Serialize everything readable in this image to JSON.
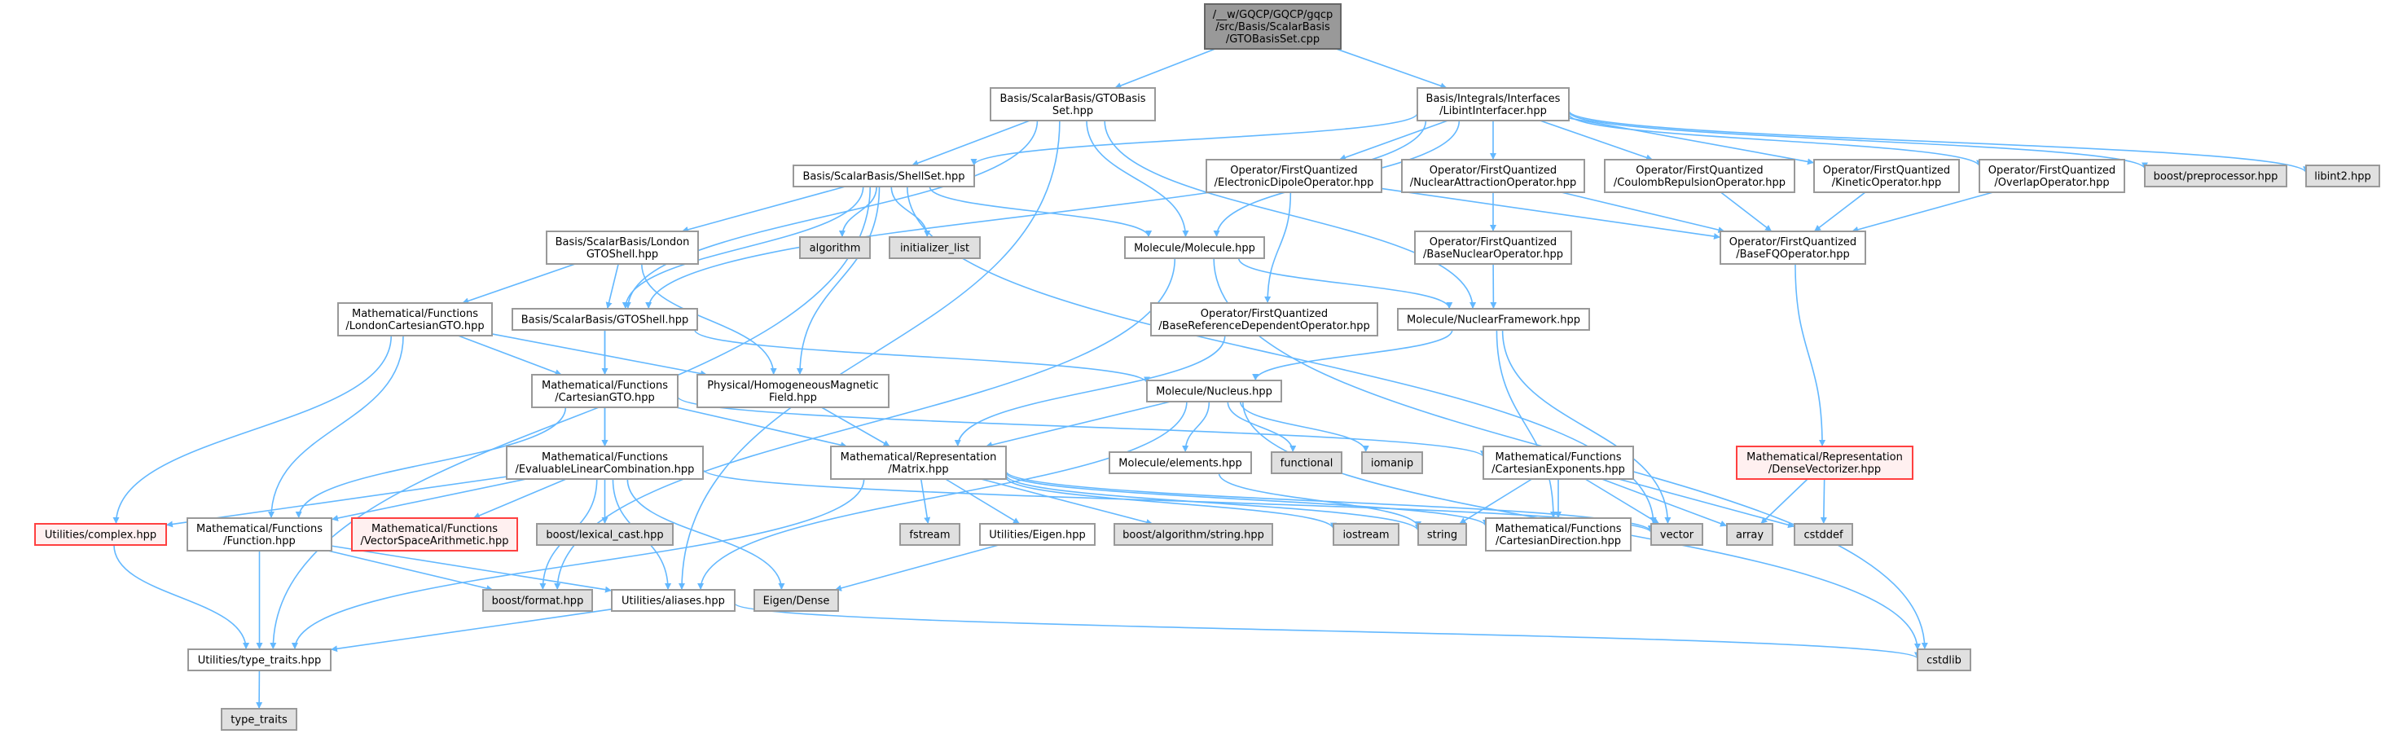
{
  "graph": {
    "edge_color": "#63b8ff",
    "nodes": {
      "root": {
        "lines": [
          "/__w/GQCP/GQCP/gqcp",
          "/src/Basis/ScalarBasis",
          "/GTOBasisSet.cpp"
        ],
        "kind": "root"
      },
      "gtobasisset": {
        "lines": [
          "Basis/ScalarBasis/GTOBasis",
          "Set.hpp"
        ],
        "kind": "normal"
      },
      "libint": {
        "lines": [
          "Basis/Integrals/Interfaces",
          "/LibintInterfacer.hpp"
        ],
        "kind": "normal"
      },
      "shellset": {
        "lines": [
          "Basis/ScalarBasis/ShellSet.hpp"
        ],
        "kind": "normal"
      },
      "edo": {
        "lines": [
          "Operator/FirstQuantized",
          "/ElectronicDipoleOperator.hpp"
        ],
        "kind": "normal"
      },
      "nao": {
        "lines": [
          "Operator/FirstQuantized",
          "/NuclearAttractionOperator.hpp"
        ],
        "kind": "normal"
      },
      "cro": {
        "lines": [
          "Operator/FirstQuantized",
          "/CoulombRepulsionOperator.hpp"
        ],
        "kind": "normal"
      },
      "kin": {
        "lines": [
          "Operator/FirstQuantized",
          "/KineticOperator.hpp"
        ],
        "kind": "normal"
      },
      "ovl": {
        "lines": [
          "Operator/FirstQuantized",
          "/OverlapOperator.hpp"
        ],
        "kind": "normal"
      },
      "boostpp": {
        "lines": [
          "boost/preprocessor.hpp"
        ],
        "kind": "system"
      },
      "libint2": {
        "lines": [
          "libint2.hpp"
        ],
        "kind": "system"
      },
      "algorithm": {
        "lines": [
          "algorithm"
        ],
        "kind": "system"
      },
      "initlist": {
        "lines": [
          "initializer_list"
        ],
        "kind": "system"
      },
      "molecule": {
        "lines": [
          "Molecule/Molecule.hpp"
        ],
        "kind": "normal"
      },
      "londongtoshell": {
        "lines": [
          "Basis/ScalarBasis/London",
          "GTOShell.hpp"
        ],
        "kind": "normal"
      },
      "basenuclear": {
        "lines": [
          "Operator/FirstQuantized",
          "/BaseNuclearOperator.hpp"
        ],
        "kind": "normal"
      },
      "basefq": {
        "lines": [
          "Operator/FirstQuantized",
          "/BaseFQOperator.hpp"
        ],
        "kind": "normal"
      },
      "londoncartgto": {
        "lines": [
          "Mathematical/Functions",
          "/LondonCartesianGTO.hpp"
        ],
        "kind": "normal"
      },
      "gtoshell": {
        "lines": [
          "Basis/ScalarBasis/GTOShell.hpp"
        ],
        "kind": "normal"
      },
      "baserefdep": {
        "lines": [
          "Operator/FirstQuantized",
          "/BaseReferenceDependentOperator.hpp"
        ],
        "kind": "normal"
      },
      "nuclearframework": {
        "lines": [
          "Molecule/NuclearFramework.hpp"
        ],
        "kind": "normal"
      },
      "cartesiangto": {
        "lines": [
          "Mathematical/Functions",
          "/CartesianGTO.hpp"
        ],
        "kind": "normal"
      },
      "physical": {
        "lines": [
          "Physical/HomogeneousMagnetic",
          "Field.hpp"
        ],
        "kind": "normal"
      },
      "nucleus": {
        "lines": [
          "Molecule/Nucleus.hpp"
        ],
        "kind": "normal"
      },
      "elc": {
        "lines": [
          "Mathematical/Functions",
          "/EvaluableLinearCombination.hpp"
        ],
        "kind": "normal"
      },
      "matrix": {
        "lines": [
          "Mathematical/Representation",
          "/Matrix.hpp"
        ],
        "kind": "normal"
      },
      "elements": {
        "lines": [
          "Molecule/elements.hpp"
        ],
        "kind": "normal"
      },
      "functional": {
        "lines": [
          "functional"
        ],
        "kind": "system"
      },
      "iomanip": {
        "lines": [
          "iomanip"
        ],
        "kind": "system"
      },
      "cartexp": {
        "lines": [
          "Mathematical/Functions",
          "/CartesianExponents.hpp"
        ],
        "kind": "normal"
      },
      "densevec": {
        "lines": [
          "Mathematical/Representation",
          "/DenseVectorizer.hpp"
        ],
        "kind": "missing"
      },
      "complex": {
        "lines": [
          "Utilities/complex.hpp"
        ],
        "kind": "missing"
      },
      "function": {
        "lines": [
          "Mathematical/Functions",
          "/Function.hpp"
        ],
        "kind": "normal"
      },
      "vsa": {
        "lines": [
          "Mathematical/Functions",
          "/VectorSpaceArithmetic.hpp"
        ],
        "kind": "missing"
      },
      "lexical": {
        "lines": [
          "boost/lexical_cast.hpp"
        ],
        "kind": "system"
      },
      "fstream": {
        "lines": [
          "fstream"
        ],
        "kind": "system"
      },
      "eigenhpp": {
        "lines": [
          "Utilities/Eigen.hpp"
        ],
        "kind": "normal"
      },
      "boostalg": {
        "lines": [
          "boost/algorithm/string.hpp"
        ],
        "kind": "system"
      },
      "iostream": {
        "lines": [
          "iostream"
        ],
        "kind": "system"
      },
      "string": {
        "lines": [
          "string"
        ],
        "kind": "system"
      },
      "cartdir": {
        "lines": [
          "Mathematical/Functions",
          "/CartesianDirection.hpp"
        ],
        "kind": "normal"
      },
      "vector": {
        "lines": [
          "vector"
        ],
        "kind": "system"
      },
      "array": {
        "lines": [
          "array"
        ],
        "kind": "system"
      },
      "cstddef": {
        "lines": [
          "cstddef"
        ],
        "kind": "system"
      },
      "boostformat": {
        "lines": [
          "boost/format.hpp"
        ],
        "kind": "system"
      },
      "aliases": {
        "lines": [
          "Utilities/aliases.hpp"
        ],
        "kind": "normal"
      },
      "eigendense": {
        "lines": [
          "Eigen/Dense"
        ],
        "kind": "system"
      },
      "typetraitshpp": {
        "lines": [
          "Utilities/type_traits.hpp"
        ],
        "kind": "normal"
      },
      "cstdlib": {
        "lines": [
          "cstdlib"
        ],
        "kind": "system"
      },
      "typetraits": {
        "lines": [
          "type_traits"
        ],
        "kind": "system"
      }
    },
    "edges": [
      [
        "root",
        "gtobasisset"
      ],
      [
        "root",
        "libint"
      ],
      [
        "gtobasisset",
        "shellset"
      ],
      [
        "gtobasisset",
        "gtoshell"
      ],
      [
        "gtobasisset",
        "molecule"
      ],
      [
        "gtobasisset",
        "nuclearframework"
      ],
      [
        "gtobasisset",
        "aliases"
      ],
      [
        "libint",
        "shellset"
      ],
      [
        "libint",
        "gtoshell"
      ],
      [
        "libint",
        "molecule"
      ],
      [
        "libint",
        "edo"
      ],
      [
        "libint",
        "nao"
      ],
      [
        "libint",
        "cro"
      ],
      [
        "libint",
        "kin"
      ],
      [
        "libint",
        "ovl"
      ],
      [
        "libint",
        "boostpp"
      ],
      [
        "libint",
        "libint2"
      ],
      [
        "shellset",
        "londongtoshell"
      ],
      [
        "shellset",
        "gtoshell"
      ],
      [
        "shellset",
        "algorithm"
      ],
      [
        "shellset",
        "initlist"
      ],
      [
        "shellset",
        "molecule"
      ],
      [
        "shellset",
        "physical"
      ],
      [
        "shellset",
        "vector"
      ],
      [
        "shellset",
        "typetraitshpp"
      ],
      [
        "edo",
        "baserefdep"
      ],
      [
        "edo",
        "basefq"
      ],
      [
        "nao",
        "basenuclear"
      ],
      [
        "nao",
        "basefq"
      ],
      [
        "cro",
        "basefq"
      ],
      [
        "kin",
        "basefq"
      ],
      [
        "ovl",
        "basefq"
      ],
      [
        "molecule",
        "nuclearframework"
      ],
      [
        "molecule",
        "cstdlib"
      ],
      [
        "molecule",
        "boostformat"
      ],
      [
        "londongtoshell",
        "londoncartgto"
      ],
      [
        "londongtoshell",
        "gtoshell"
      ],
      [
        "londongtoshell",
        "physical"
      ],
      [
        "basenuclear",
        "nuclearframework"
      ],
      [
        "basefq",
        "densevec"
      ],
      [
        "londoncartgto",
        "cartesiangto"
      ],
      [
        "londoncartgto",
        "function"
      ],
      [
        "londoncartgto",
        "complex"
      ],
      [
        "londoncartgto",
        "physical"
      ],
      [
        "gtoshell",
        "cartesiangto"
      ],
      [
        "gtoshell",
        "elc"
      ],
      [
        "gtoshell",
        "nucleus"
      ],
      [
        "baserefdep",
        "matrix"
      ],
      [
        "nuclearframework",
        "nucleus"
      ],
      [
        "nuclearframework",
        "vector"
      ],
      [
        "nuclearframework",
        "cartdir"
      ],
      [
        "cartesiangto",
        "elc"
      ],
      [
        "cartesiangto",
        "function"
      ],
      [
        "cartesiangto",
        "matrix"
      ],
      [
        "cartesiangto",
        "cartexp"
      ],
      [
        "physical",
        "matrix"
      ],
      [
        "nucleus",
        "matrix"
      ],
      [
        "nucleus",
        "elements"
      ],
      [
        "nucleus",
        "functional"
      ],
      [
        "nucleus",
        "iomanip"
      ],
      [
        "nucleus",
        "cstdlib"
      ],
      [
        "nucleus",
        "aliases"
      ],
      [
        "elc",
        "complex"
      ],
      [
        "elc",
        "function"
      ],
      [
        "elc",
        "vsa"
      ],
      [
        "elc",
        "lexical"
      ],
      [
        "elc",
        "boostformat"
      ],
      [
        "elc",
        "aliases"
      ],
      [
        "elc",
        "eigendense"
      ],
      [
        "elc",
        "vector"
      ],
      [
        "matrix",
        "fstream"
      ],
      [
        "matrix",
        "eigenhpp"
      ],
      [
        "matrix",
        "boostalg"
      ],
      [
        "matrix",
        "iostream"
      ],
      [
        "matrix",
        "string"
      ],
      [
        "matrix",
        "vector"
      ],
      [
        "matrix",
        "cartdir"
      ],
      [
        "matrix",
        "typetraitshpp"
      ],
      [
        "elements",
        "string"
      ],
      [
        "cartexp",
        "string"
      ],
      [
        "cartexp",
        "cartdir"
      ],
      [
        "cartexp",
        "vector"
      ],
      [
        "cartexp",
        "array"
      ],
      [
        "cartexp",
        "cstddef"
      ],
      [
        "densevec",
        "array"
      ],
      [
        "densevec",
        "cstddef"
      ],
      [
        "complex",
        "typetraitshpp"
      ],
      [
        "function",
        "typetraitshpp"
      ],
      [
        "function",
        "boostformat"
      ],
      [
        "function",
        "aliases"
      ],
      [
        "eigenhpp",
        "eigendense"
      ],
      [
        "aliases",
        "typetraitshpp"
      ],
      [
        "aliases",
        "cstdlib"
      ],
      [
        "typetraitshpp",
        "typetraits"
      ]
    ]
  }
}
